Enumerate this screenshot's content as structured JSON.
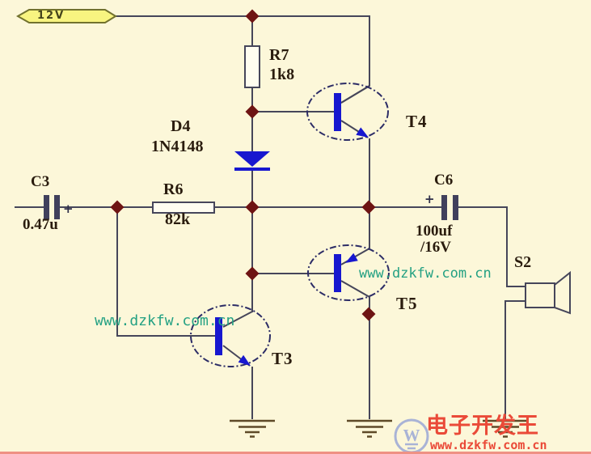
{
  "power": {
    "rail_label": "12V"
  },
  "components": {
    "R7": {
      "ref": "R7",
      "value": "1k8",
      "type": "resistor"
    },
    "R6": {
      "ref": "R6",
      "value": "82k",
      "type": "resistor"
    },
    "D4": {
      "ref": "D4",
      "value": "1N4148",
      "type": "diode"
    },
    "C3": {
      "ref": "C3",
      "value": "0.47u",
      "plus": "+",
      "type": "polarized-capacitor"
    },
    "C6": {
      "ref": "C6",
      "value": "100uf",
      "value2": "/16V",
      "plus": "+",
      "type": "polarized-capacitor"
    },
    "T3": {
      "ref": "T3",
      "type": "npn-transistor"
    },
    "T4": {
      "ref": "T4",
      "type": "npn-transistor"
    },
    "T5": {
      "ref": "T5",
      "type": "pnp-transistor"
    },
    "S2": {
      "ref": "S2",
      "type": "speaker"
    }
  },
  "watermarks": {
    "teal_right": "www.dzkfw.com.cn",
    "teal_left": "www.dzkfw.com.cn",
    "logo_letter": "W",
    "logo_name": "电子开发王",
    "logo_url": "www.dzkfw.com.cn"
  },
  "colors": {
    "background": "#fcf7d9",
    "wire": "#46465a",
    "junction_dot": "#6e1413",
    "device_blue": "#1717cf",
    "transistor_outline": "#2c2c66",
    "label_text": "#2a1c0e",
    "flag_fill": "#f8f480",
    "flag_border": "#72722e",
    "ground": "#5e4a28",
    "watermark_teal": "#24a183",
    "watermark_red": "#ea4a38",
    "logo_blue": "#a9b3d6",
    "bottom_strip": "#ef9184"
  }
}
